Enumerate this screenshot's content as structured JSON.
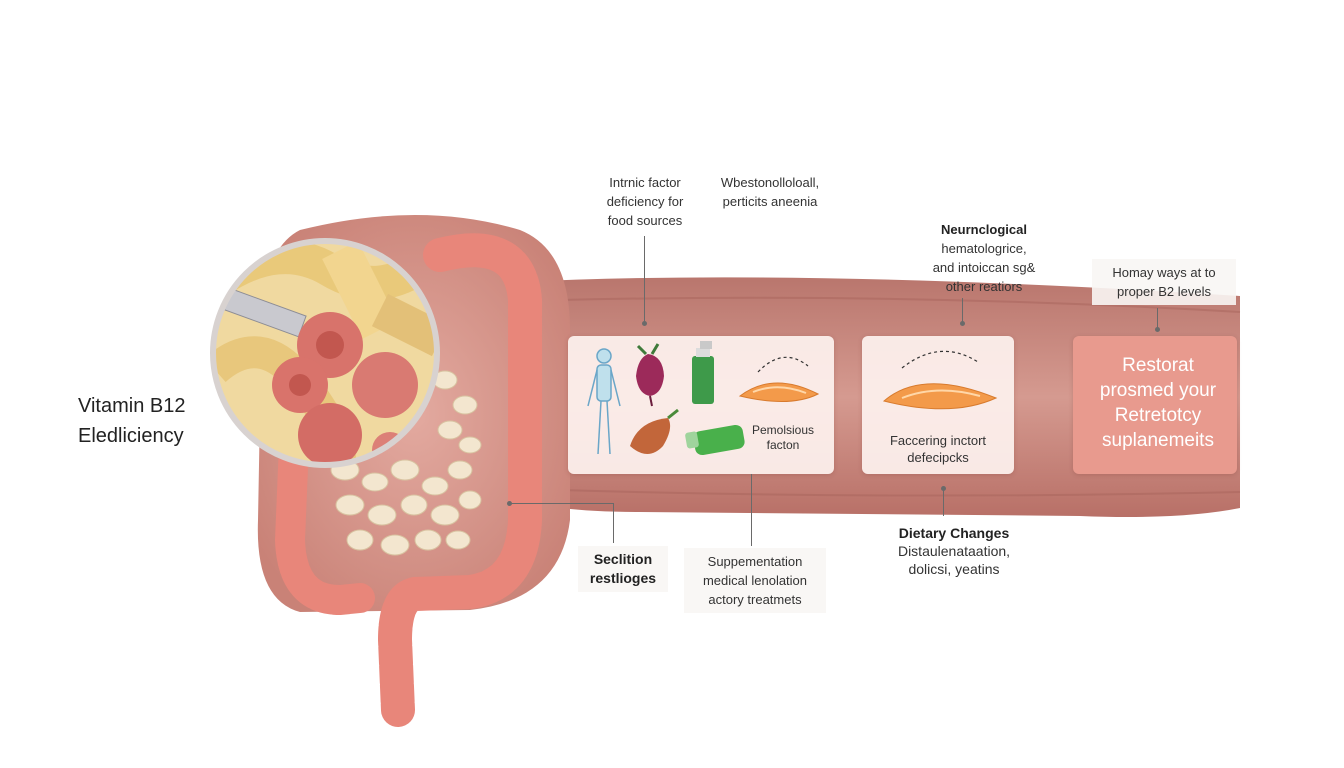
{
  "title": {
    "line1": "Vitamin B12",
    "line2": "Eledliciency"
  },
  "callouts": {
    "intrinsic": {
      "l1": "Intrnic factor",
      "l2": "deficiency for",
      "l3": "food sources"
    },
    "whest": {
      "l1": "Wbestonolloloall,",
      "l2": "perticits aneenia"
    },
    "neuro": {
      "l1": "Neurnclogical",
      "l2": "hematologrice,",
      "l3": "and intoiccan sg&",
      "l4": "other reatiors"
    },
    "homay": {
      "l1": "Homay ways at to",
      "l2": "proper B2 levels"
    },
    "seclition": {
      "l1": "Seclition",
      "l2": "restlioges"
    },
    "supplementation": {
      "l1": "Suppementation",
      "l2": "medical lenolation",
      "l3": "actory treatmets"
    },
    "dietary": {
      "l1": "Dietary Changes",
      "l2": "Distaulenataation,",
      "l3": "dolicsi, yeatins"
    }
  },
  "panels": {
    "causes": {
      "l1": "Pemolsious",
      "l2": "facton"
    },
    "factors": {
      "l1": "Faccering inctort",
      "l2": "defecipcks"
    },
    "restore": {
      "l1": "Restorat",
      "l2": "prosmed your",
      "l3": "Retretotcy",
      "l4": "suplanemeits"
    }
  },
  "colors": {
    "intestine": "#e8867a",
    "tract": "#c98a80",
    "panel": "#fdf1ee",
    "recommend": "#e89a8e"
  },
  "icons": [
    "body-icon",
    "beet-icon",
    "bottle-icon",
    "fish-fillet-icon",
    "sweet-potato-icon",
    "capsule-bottle-icon",
    "fish-fillet-icon",
    "cycle-arrow-icon"
  ]
}
